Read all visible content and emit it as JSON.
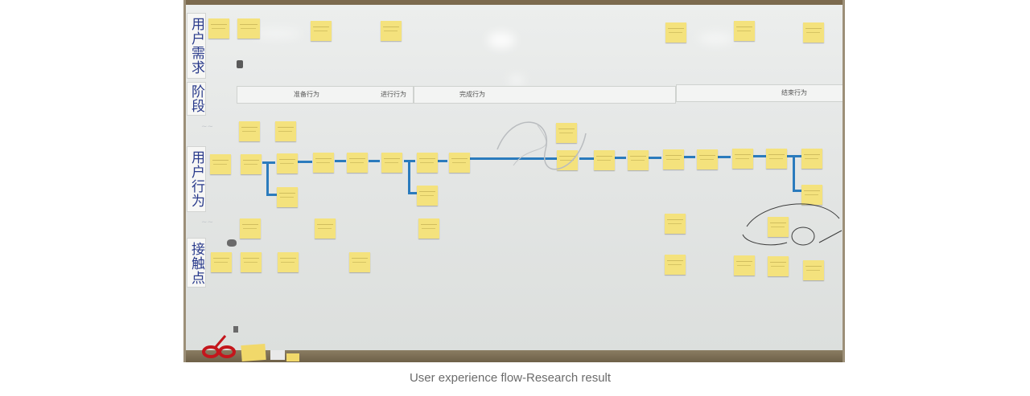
{
  "photo": {
    "row_labels": [
      "用户需求",
      "阶段",
      "用户行为",
      "接触点"
    ],
    "stages": [
      "准备行为",
      "进行行为",
      "完成行为",
      "结束行为"
    ],
    "colors": {
      "sticky_note": "#f4e27d",
      "pen_blue": "#2b7bbd",
      "label_ink": "#2a3b8c",
      "board": "#e4e6e5",
      "frame": "#7c6a4e"
    }
  },
  "caption": "User experience flow-Research result"
}
